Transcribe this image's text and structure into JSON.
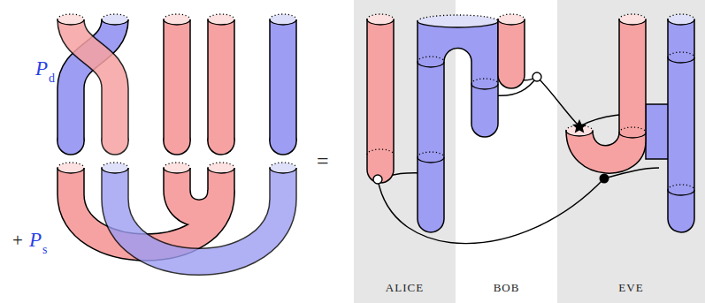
{
  "diagram": {
    "nodes": [
      {
        "text": [
          "ALICE"
        ]
      },
      {
        "text": [
          "BOB"
        ]
      },
      {
        "text": [
          "EVE"
        ]
      }
    ],
    "labels": [
      "P",
      "d",
      "+",
      "P",
      "s",
      "="
    ]
  }
}
